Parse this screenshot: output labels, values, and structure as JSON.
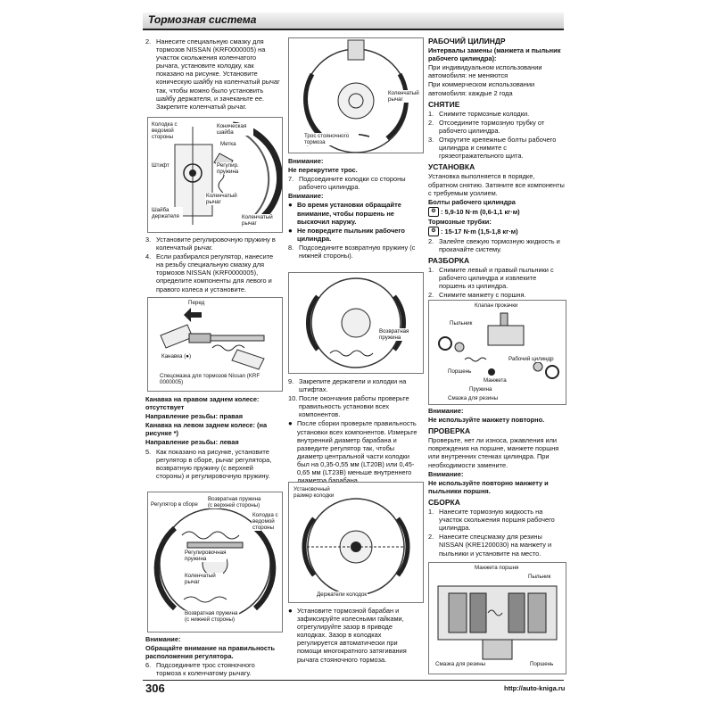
{
  "header": {
    "title": "Тормозная система"
  },
  "col1": {
    "s2": "Нанесите специальную смазку для тормозов NISSAN (KRF0000005) на участок скольжения коленчатого рычага, установите колодку, как показано на рисунке. Установите коническую шайбу на коленчатый рычаг так, чтобы можно было установить шайбу держателя, и зачеканьте ее. Закрепите коленчатый рычаг.",
    "fig1": {
      "l1": "Колодка с ведомой стороны",
      "l2": "Коническая шайба",
      "l3": "Метка",
      "l4": "Штифт",
      "l5": "Регулир. пружина",
      "l6": "Шайба держателя",
      "l7": "Коленчатый рычаг",
      "l8": "Коленчатый рычаг"
    },
    "s3": "Установите регулировочную пружину в коленчатый рычаг.",
    "s4": "Если разбирался регулятор, нанесите на резьбу специальную смазку для тормозов NISSAN (KRF0000005), определите компоненты для левого и правого колеса и установите.",
    "fig2": {
      "front": "Перед",
      "groove": "Канавка (●)",
      "grease": "Спецсмазка для тормозов Nissan (KRF 0000005)"
    },
    "t1": "Канавка на правом заднем колесе: отсутствует",
    "t2": "Направление резьбы: правая",
    "t3": "Канавка на левом заднем колесе: (на рисунке *)",
    "t4": "Направление резьбы: левая",
    "s5": "Как показано на рисунке, установите регулятор в сборе, рычаг регулятора, возвратную пружину (с верхней стороны) и регулировочную пружину.",
    "fig3": {
      "l1": "Регулятор в сборе",
      "l2": "Возвратная пружина (с верхней стороны)",
      "l3": "Колодка с ведомой стороны",
      "l4": "Регулировочная пружина",
      "l5": "Коленчатый рычаг",
      "l6": "Возвратная пружина (с нижней стороны)"
    },
    "w1": "Внимание:",
    "w2": "Обращайте внимание на правильность расположения регулятора.",
    "s6": "Подсоедините трос стояночного тормоза к коленчатому рычагу."
  },
  "col2": {
    "fig4": {
      "l1": "Коленчатый рычаг",
      "l2": "Трос стояночного тормоза"
    },
    "w1": "Внимание:",
    "w2": "Не перекрутите трос.",
    "s7": "Подсоедините колодки со стороны рабочего цилиндра.",
    "w3": "Внимание:",
    "b1": "Во время установки обращайте внимание, чтобы поршень не выскочил наружу.",
    "b2": "Не повредите пыльник рабочего цилиндра.",
    "s8": "Подсоедините возвратную пружину (с нижней стороны).",
    "fig5": {
      "l1": "Возвратная пружина"
    },
    "s9": "Закрепите держатели и колодки на штифтах.",
    "s10": "После окончания работы проверьте правильность установки всех компонентов.",
    "b3": "После сборки проверьте правильность установки всех компонентов. Измерьте внутренний диаметр барабана и разведите регулятор так, чтобы диаметр центральной части колодки был на 0,35-0,55 мм (LT20B) или 0,45-0,65 мм (LT23B) меньше внутреннего диаметра барабана.",
    "fig6": {
      "l1": "Установочный размер колодки",
      "l2": "Держатели колодок"
    },
    "b4": "Установите тормозной барабан и зафиксируйте колесными гайками, отрегулируйте зазор в приводе колодках. Зазор в колодках регулируется автоматически при помощи многократного затягивания рычага стояночного тормоза."
  },
  "col3": {
    "h1": "РАБОЧИЙ ЦИЛИНДР",
    "i1": "Интервалы замены (манжета и пыльник рабочего цилиндра):",
    "i2": "При индивидуальном использовании автомобиля: не меняются",
    "i3": "При коммерческом использовании автомобиля: каждые 2 года",
    "h2": "СНЯТИЕ",
    "r1": "Снимите тормозные колодки.",
    "r2": "Отсоедините тормозную трубку от рабочего цилиндра.",
    "r3": "Открутите крепежные болты рабочего цилиндра и снимите с грязеотражательного щита.",
    "h3": "УСТАНОВКА",
    "u1": "Установка выполняется в порядке, обратном снятию. Затяните все компоненты с требуемым усилием.",
    "u2": "Болты рабочего цилиндра",
    "u3": ": 5,9-10 N·m (0,6-1,1 кг·м)",
    "u4": "Тормозные трубки:",
    "u5": ": 15-17 N·m (1,5-1,8 кг·м)",
    "u6": "Залейте свежую тормозную жидкость и прокачайте систему.",
    "h4": "РАЗБОРКА",
    "d1": "Снимите левый и правый пыльники с рабочего цилиндра и извлеките поршень из цилиндра.",
    "d2": "Снимите манжету с поршня.",
    "fig7": {
      "l1": "Клапан прокачки",
      "l2": "Пыльник",
      "l3": "Рабочий цилиндр",
      "l4": "Поршень",
      "l5": "Манжета",
      "l6": "Пружина",
      "l7": "Смазка для резины"
    },
    "w1": "Внимание:",
    "w2": "Не используйте манжету повторно.",
    "h5": "ПРОВЕРКА",
    "p1": "Проверьте, нет ли износа, ржавления или повреждения на поршне, манжете поршня или внутренних стенках цилиндра. При необходимости замените.",
    "w3": "Внимание:",
    "w4": "Не используйте повторно манжету и пыльники поршня.",
    "h6": "СБОРКА",
    "a1": "Нанесите тормозную жидкость на участок скольжения поршня рабочего цилиндра.",
    "a2": "Нанесите спецсмазку для резины NISSAN (KRE1200030) на манжету и пыльники и установите на место.",
    "fig8": {
      "l1": "Манжета поршня",
      "l2": "Пыльник",
      "l3": "Поршень",
      "l4": "Смазка для резины"
    }
  },
  "footer": {
    "page": "306",
    "url": "http://auto-kniga.ru"
  }
}
